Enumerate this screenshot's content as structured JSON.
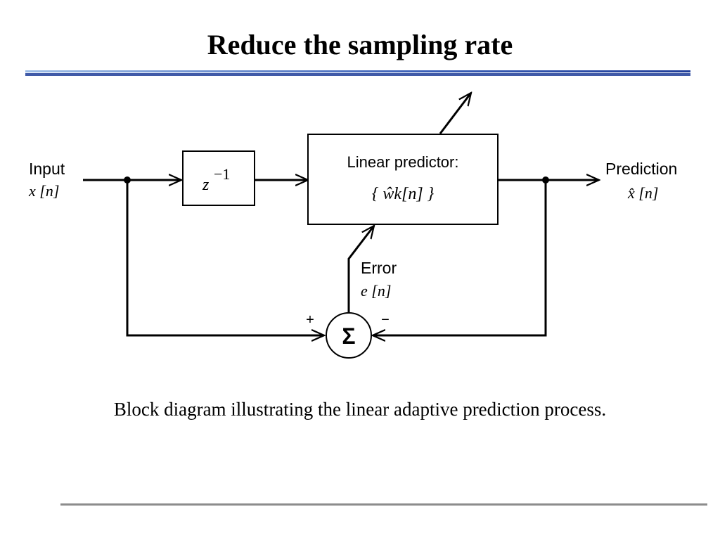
{
  "slide": {
    "title": "Reduce the sampling rate",
    "caption": "Block diagram illustrating the linear adaptive prediction process."
  },
  "diagram": {
    "input_label": "Input",
    "input_signal": "x [n]",
    "delay_label": "z",
    "delay_exponent": "−1",
    "predictor_label": "Linear predictor:",
    "predictor_weights": "{ ŵk[n] }",
    "output_label": "Prediction",
    "output_signal": "x̂ [n]",
    "error_label": "Error",
    "error_signal": "e [n]",
    "sum_symbol": "Σ",
    "plus_sign": "+",
    "minus_sign": "−"
  },
  "colors": {
    "title_rule_dark": "#1f3d99",
    "title_rule_light": "#8fb3e0",
    "footer_rule": "#8c8c8c",
    "lines": "#000000"
  }
}
